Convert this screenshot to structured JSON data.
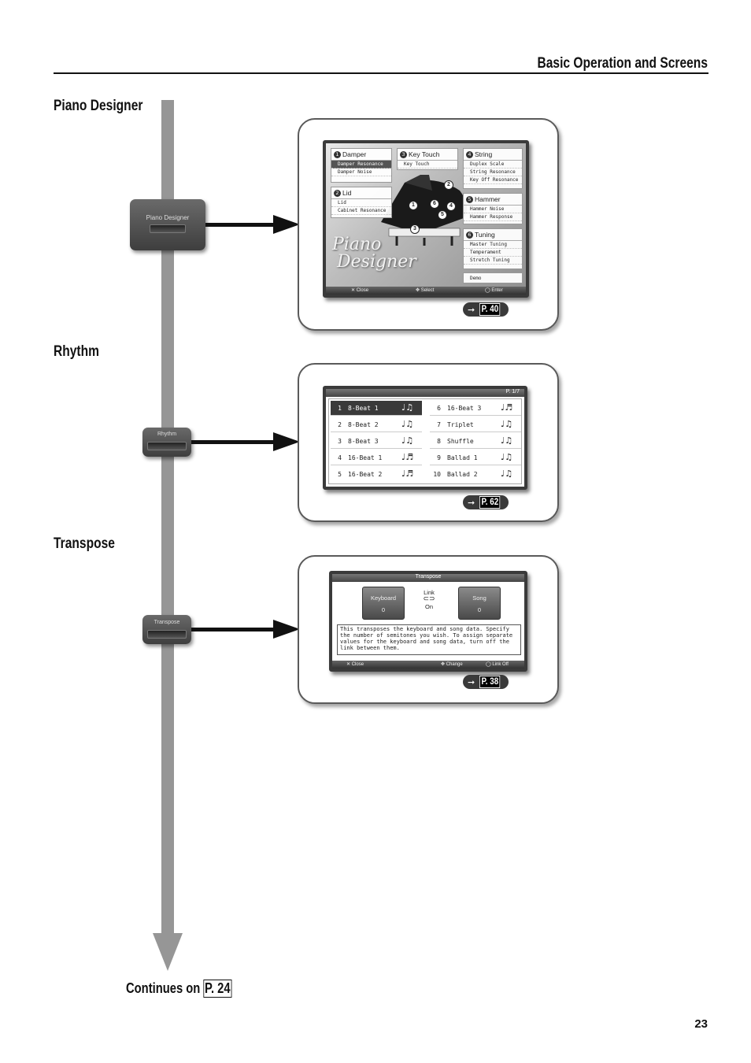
{
  "header": {
    "title": "Basic Operation and Screens"
  },
  "sections": {
    "piano_designer": {
      "title": "Piano Designer",
      "button_label": "Piano Designer",
      "ref": "P. 40",
      "screen": {
        "boxes": {
          "damper": {
            "num": "1",
            "title": "Damper",
            "items": [
              "Damper Resonance",
              "Damper Noise"
            ]
          },
          "key_touch": {
            "num": "3",
            "title": "Key Touch",
            "items": [
              "Key Touch"
            ]
          },
          "string": {
            "num": "4",
            "title": "String",
            "items": [
              "Duplex Scale",
              "String Resonance",
              "Key Off Resonance"
            ]
          },
          "lid": {
            "num": "2",
            "title": "Lid",
            "items": [
              "Lid",
              "Cabinet Resonance"
            ]
          },
          "hammer": {
            "num": "5",
            "title": "Hammer",
            "items": [
              "Hammer Noise",
              "Hammer Response"
            ]
          },
          "tuning": {
            "num": "6",
            "title": "Tuning",
            "items": [
              "Master Tuning",
              "Temperament",
              "Stretch Tuning"
            ]
          },
          "demo": {
            "items": [
              "Demo"
            ]
          }
        },
        "markers": [
          "1",
          "2",
          "3",
          "4",
          "5",
          "6"
        ],
        "script_title": [
          "Piano",
          "Designer"
        ],
        "footer": {
          "close": "✕ Close",
          "select": "✥ Select",
          "enter": "◯ Enter"
        }
      }
    },
    "rhythm": {
      "title": "Rhythm",
      "button_label": "Rhythm",
      "ref": "P. 62",
      "screen": {
        "page": "P. 1/7",
        "left": [
          {
            "n": "1",
            "name": "8-Beat 1",
            "icon": "♩♫"
          },
          {
            "n": "2",
            "name": "8-Beat 2",
            "icon": "♩♫"
          },
          {
            "n": "3",
            "name": "8-Beat 3",
            "icon": "♩♫"
          },
          {
            "n": "4",
            "name": "16-Beat 1",
            "icon": "♩♬"
          },
          {
            "n": "5",
            "name": "16-Beat 2",
            "icon": "♩♬"
          }
        ],
        "right": [
          {
            "n": "6",
            "name": "16-Beat 3",
            "icon": "♩♬"
          },
          {
            "n": "7",
            "name": "Triplet",
            "icon": "♩♫"
          },
          {
            "n": "8",
            "name": "Shuffle",
            "icon": "♩♫"
          },
          {
            "n": "9",
            "name": "Ballad 1",
            "icon": "♩♫"
          },
          {
            "n": "10",
            "name": "Ballad 2",
            "icon": "♩♫"
          }
        ]
      }
    },
    "transpose": {
      "title": "Transpose",
      "button_label": "Transpose",
      "ref": "P. 38",
      "screen": {
        "title": "Transpose",
        "keyboard": {
          "label": "Keyboard",
          "value": "0"
        },
        "song": {
          "label": "Song",
          "value": "0"
        },
        "link": {
          "label": "Link",
          "state": "On"
        },
        "description": "This transposes the keyboard and song data. Specify the number of semitones you wish. To assign separate values for the keyboard and song data, turn off the link between them.",
        "footer": {
          "close": "✕ Close",
          "change": "✥ Change",
          "link_off": "◯ Link Off"
        }
      }
    }
  },
  "continues": {
    "text": "Continues on ",
    "page": "P. 24"
  },
  "page_number": "23"
}
